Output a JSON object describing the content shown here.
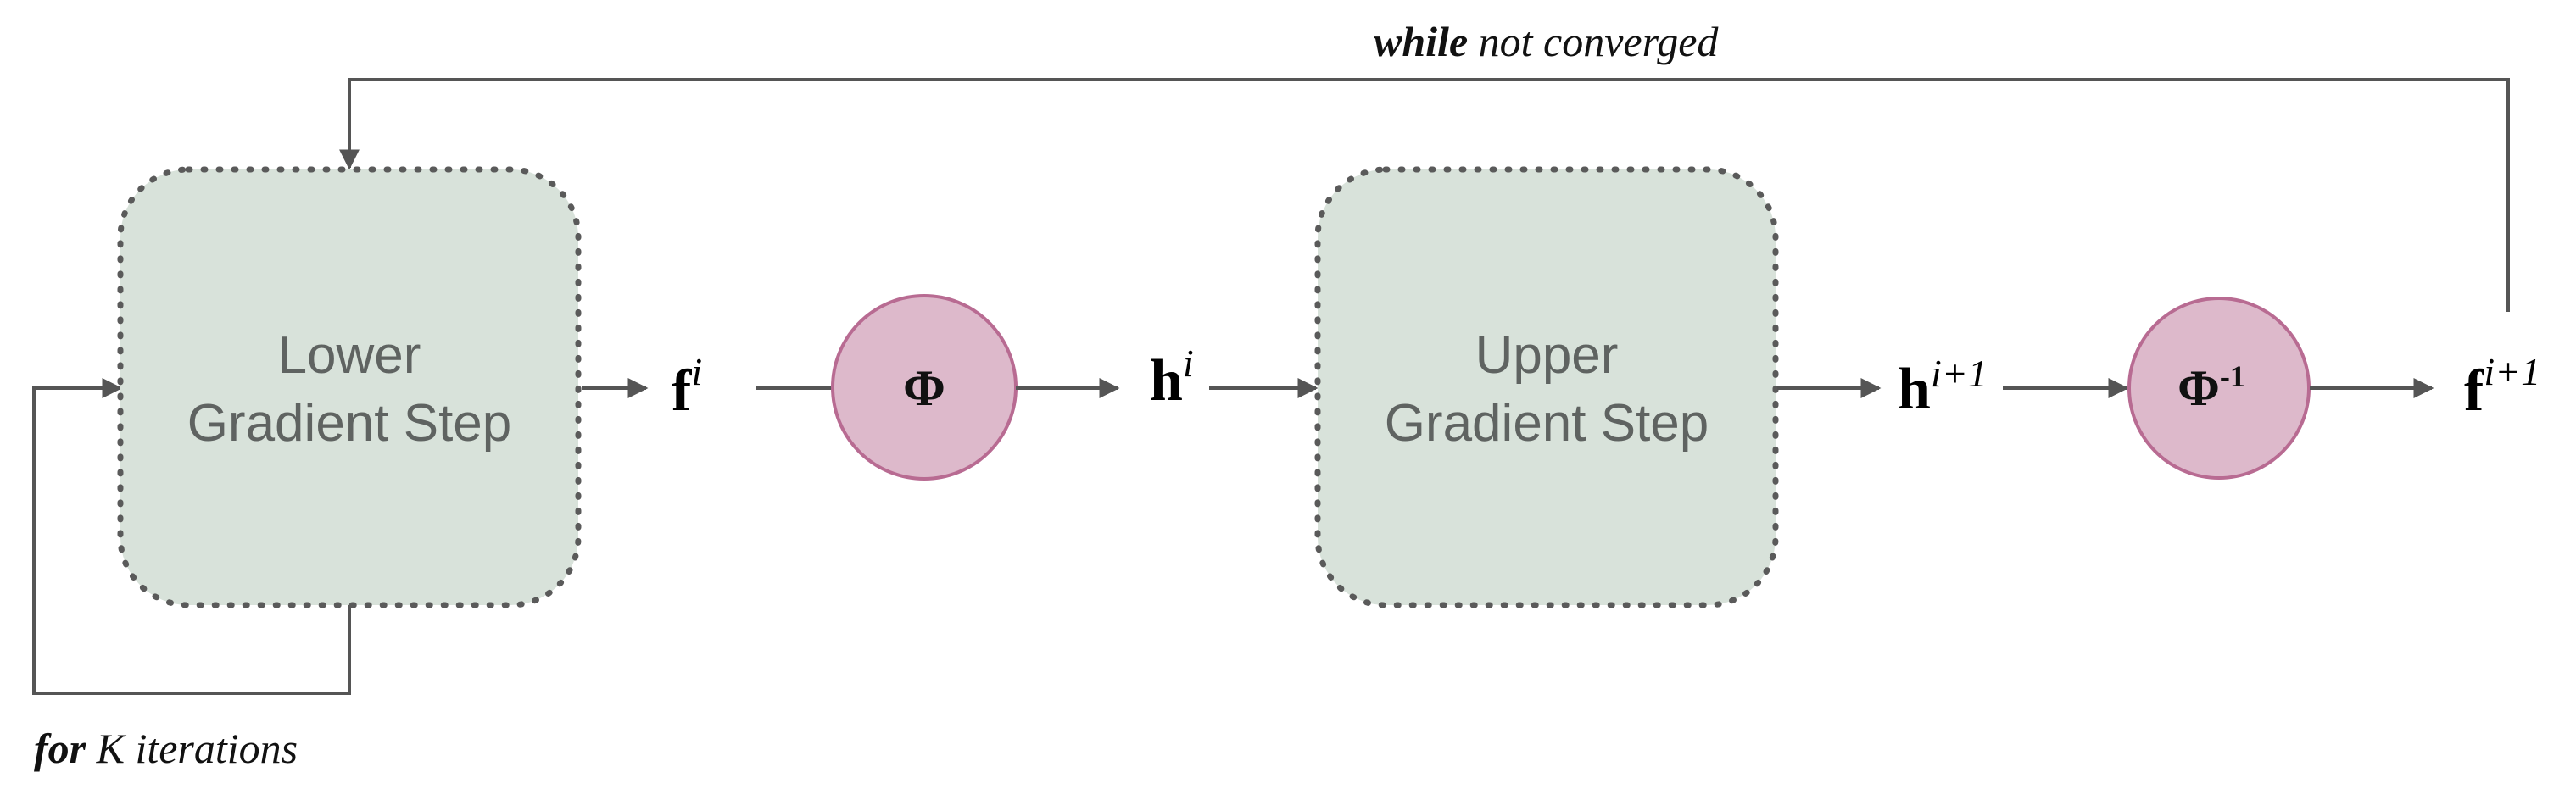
{
  "diagram": {
    "outer_loop": {
      "keyword": "while",
      "text": " not converged"
    },
    "inner_loop": {
      "keyword": "for",
      "text": " K iterations"
    },
    "lower_box": {
      "line1": "Lower",
      "line2": "Gradient Step"
    },
    "upper_box": {
      "line1": "Upper",
      "line2": "Gradient Step"
    },
    "phi": {
      "symbol": "Φ"
    },
    "phi_inv": {
      "symbol": "Φ",
      "sup": "-1"
    },
    "f_i": {
      "main": "f",
      "sup": "i"
    },
    "h_i": {
      "main": "h",
      "sup": "i"
    },
    "h_i1": {
      "main": "h",
      "sup": "i+1"
    },
    "f_i1": {
      "main": "f",
      "sup": "i+1"
    },
    "colors": {
      "box_fill": "#d8e2da",
      "box_border": "#5a5a5a",
      "circle_fill": "#ddb9cb",
      "circle_border": "#b86b92",
      "line": "#555555"
    }
  }
}
